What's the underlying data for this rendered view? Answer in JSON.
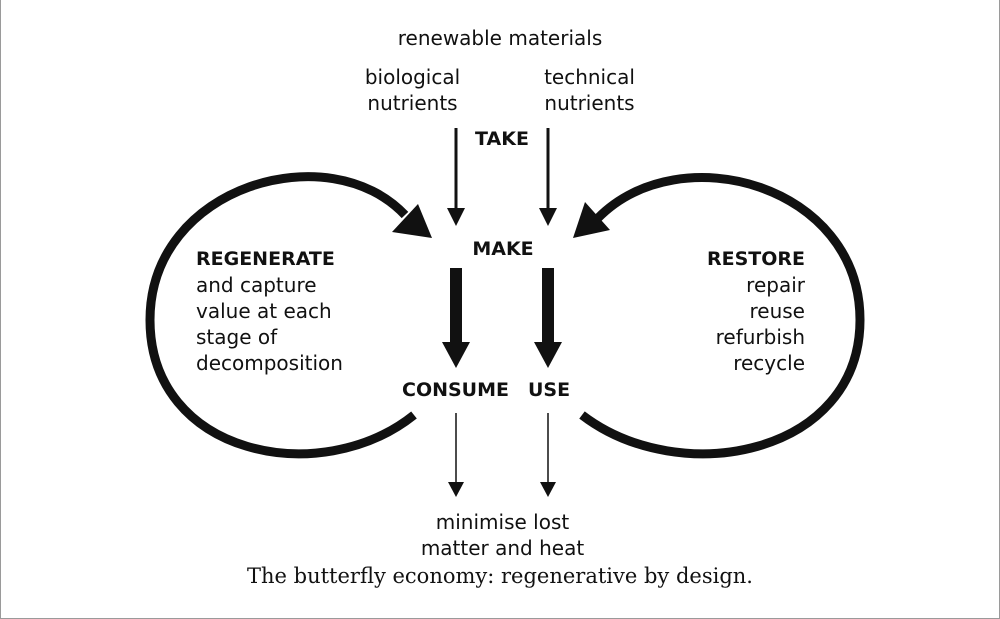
{
  "diagram": {
    "top_label": "renewable materials",
    "biological": {
      "line1": "biological",
      "line2": "nutrients"
    },
    "technical": {
      "line1": "technical",
      "line2": "nutrients"
    },
    "take": "TAKE",
    "make": "MAKE",
    "consume": "CONSUME",
    "use": "USE",
    "regenerate": {
      "title": "REGENERATE",
      "lines": [
        "and capture",
        "value at each",
        "stage of",
        "decomposition"
      ]
    },
    "restore": {
      "title": "RESTORE",
      "lines": [
        "repair",
        "reuse",
        "refurbish",
        "recycle"
      ]
    },
    "bottom": {
      "line1": "minimise lost",
      "line2": "matter and heat"
    }
  },
  "caption": "The butterfly economy: regenerative by design."
}
